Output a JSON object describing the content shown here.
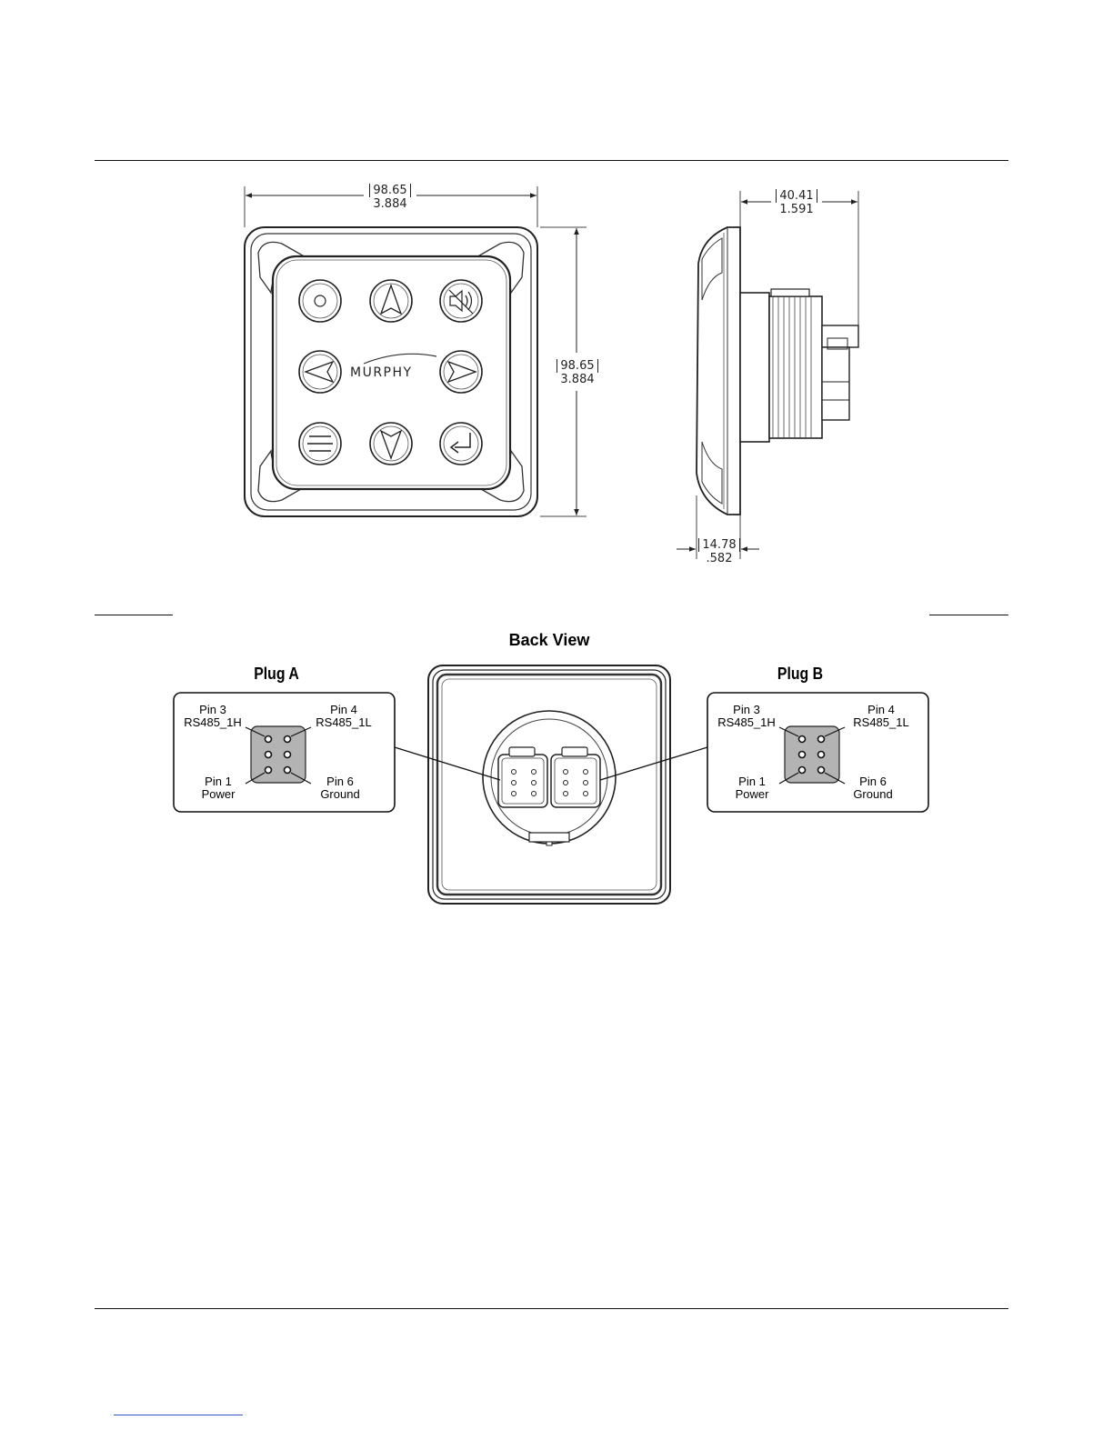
{
  "front_view": {
    "width_dim": {
      "mm": "98.65",
      "in": "3.884"
    },
    "height_dim": {
      "mm": "98.65",
      "in": "3.884"
    },
    "logo": "MURPHY",
    "buttons": [
      {
        "icon": "circle-icon"
      },
      {
        "icon": "arrow-up-icon"
      },
      {
        "icon": "alarm-mute-icon"
      },
      {
        "icon": "arrow-left-icon"
      },
      {
        "icon": "arrow-right-icon"
      },
      {
        "icon": "menu-icon"
      },
      {
        "icon": "arrow-down-icon"
      },
      {
        "icon": "enter-icon"
      }
    ]
  },
  "side_view": {
    "depth_dim": {
      "mm": "40.41",
      "in": "1.591"
    },
    "bezel_dim": {
      "mm": "14.78",
      "in": ".582"
    }
  },
  "back_view": {
    "title": "Back View",
    "plug_a": {
      "title": "Plug A",
      "pin3": {
        "name": "Pin 3",
        "signal": "RS485_1H"
      },
      "pin4": {
        "name": "Pin 4",
        "signal": "RS485_1L"
      },
      "pin1": {
        "name": "Pin 1",
        "signal": "Power"
      },
      "pin6": {
        "name": "Pin 6",
        "signal": "Ground"
      }
    },
    "plug_b": {
      "title": "Plug B",
      "pin3": {
        "name": "Pin 3",
        "signal": "RS485_1H"
      },
      "pin4": {
        "name": "Pin 4",
        "signal": "RS485_1L"
      },
      "pin1": {
        "name": "Pin 1",
        "signal": "Power"
      },
      "pin6": {
        "name": "Pin 6",
        "signal": "Ground"
      }
    }
  }
}
